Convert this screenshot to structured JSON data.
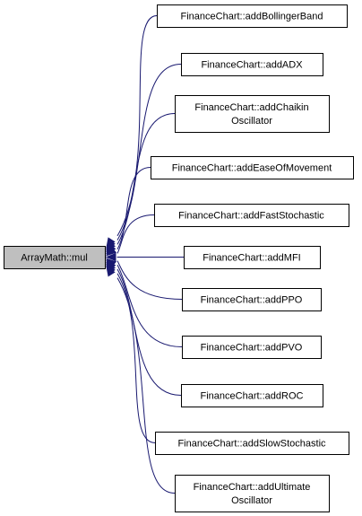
{
  "diagram": {
    "root": {
      "label": "ArrayMath::mul"
    },
    "callers": [
      {
        "lines": [
          "FinanceChart::addBollingerBand"
        ]
      },
      {
        "lines": [
          "FinanceChart::addADX"
        ]
      },
      {
        "lines": [
          "FinanceChart::addChaikin",
          "Oscillator"
        ]
      },
      {
        "lines": [
          "FinanceChart::addEaseOfMovement"
        ]
      },
      {
        "lines": [
          "FinanceChart::addFastStochastic"
        ]
      },
      {
        "lines": [
          "FinanceChart::addMFI"
        ]
      },
      {
        "lines": [
          "FinanceChart::addPPO"
        ]
      },
      {
        "lines": [
          "FinanceChart::addPVO"
        ]
      },
      {
        "lines": [
          "FinanceChart::addROC"
        ]
      },
      {
        "lines": [
          "FinanceChart::addSlowStochastic"
        ]
      },
      {
        "lines": [
          "FinanceChart::addUltimate",
          "Oscillator"
        ]
      }
    ],
    "colors": {
      "root_fill": "#bfbfbf",
      "node_fill": "#ffffff",
      "border": "#000000",
      "edge": "#191970"
    }
  }
}
